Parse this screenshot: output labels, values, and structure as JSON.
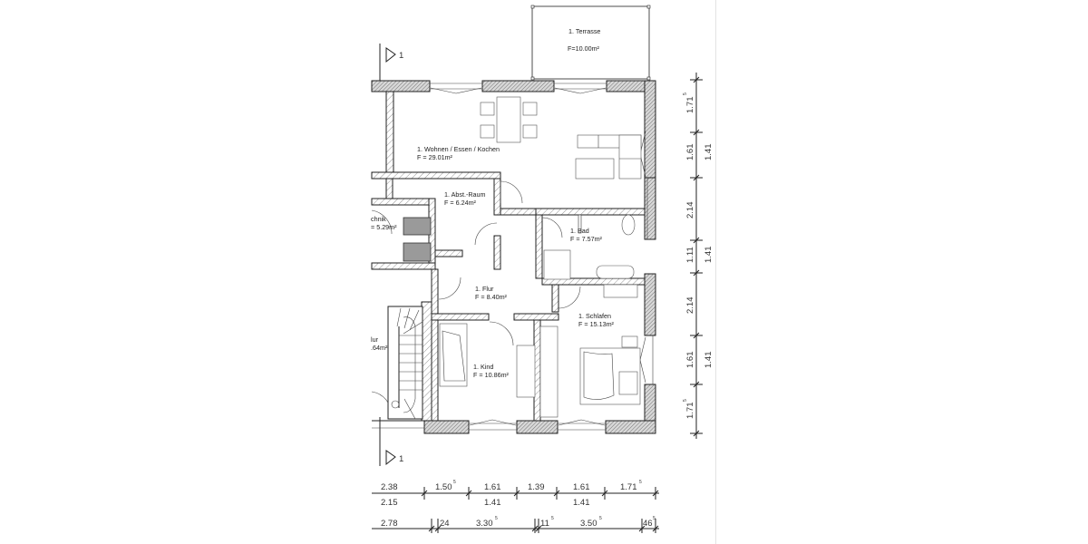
{
  "plan": {
    "section_marker_top": "1",
    "section_marker_bottom": "1",
    "rooms": [
      {
        "id": "terrasse",
        "name": "1. Terrasse",
        "area": "F=10.00m²"
      },
      {
        "id": "wohnen",
        "name": "1. Wohnen / Essen / Kochen",
        "area": "F = 29.01m²"
      },
      {
        "id": "abst",
        "name": "1. Abst.-Raum",
        "area": "F = 6.24m²"
      },
      {
        "id": "technik",
        "name": "chnik",
        "area": "= 5.29m²"
      },
      {
        "id": "bad",
        "name": "1. Bad",
        "area": "F = 7.57m²"
      },
      {
        "id": "flur",
        "name": "1. Flur",
        "area": "F = 8.40m²"
      },
      {
        "id": "schlafen",
        "name": "1. Schlafen",
        "area": "F = 15.13m²"
      },
      {
        "id": "treppen-flur",
        "name": "lur",
        "area": ".64m²"
      },
      {
        "id": "kind",
        "name": "1. Kind",
        "area": "F = 10.86m²"
      }
    ]
  },
  "dimensions": {
    "right_outer": [
      {
        "value": "1.71",
        "sup": "5"
      },
      {
        "value": "1.61",
        "sup": ""
      },
      {
        "value": "2.14",
        "sup": ""
      },
      {
        "value": "1.11",
        "sup": ""
      },
      {
        "value": "2.14",
        "sup": ""
      },
      {
        "value": "1.61",
        "sup": ""
      },
      {
        "value": "1.71",
        "sup": "5"
      }
    ],
    "right_inner": [
      "1.41",
      "1.41",
      "1.41"
    ],
    "bottom_row1": [
      {
        "value": "2.38",
        "sup": ""
      },
      {
        "value": "1.50",
        "sup": "5"
      },
      {
        "value": "1.61",
        "sup": ""
      },
      {
        "value": "1.39",
        "sup": ""
      },
      {
        "value": "1.61",
        "sup": ""
      },
      {
        "value": "1.71",
        "sup": "5"
      }
    ],
    "bottom_row1_sub": [
      "2.15",
      "1.41",
      "1.41"
    ],
    "bottom_row2": [
      {
        "value": "2.78",
        "sup": ""
      },
      {
        "value": "24",
        "sup": ""
      },
      {
        "value": "3.30",
        "sup": "5"
      },
      {
        "value": "11",
        "sup": "5"
      },
      {
        "value": "3.50",
        "sup": "5"
      },
      {
        "value": "46",
        "sup": "5"
      }
    ]
  },
  "colors": {
    "line": "#222222",
    "hatch": "#555555",
    "appliance_fill": "#9a9a9a",
    "page_edge": "#e4e4e4"
  }
}
